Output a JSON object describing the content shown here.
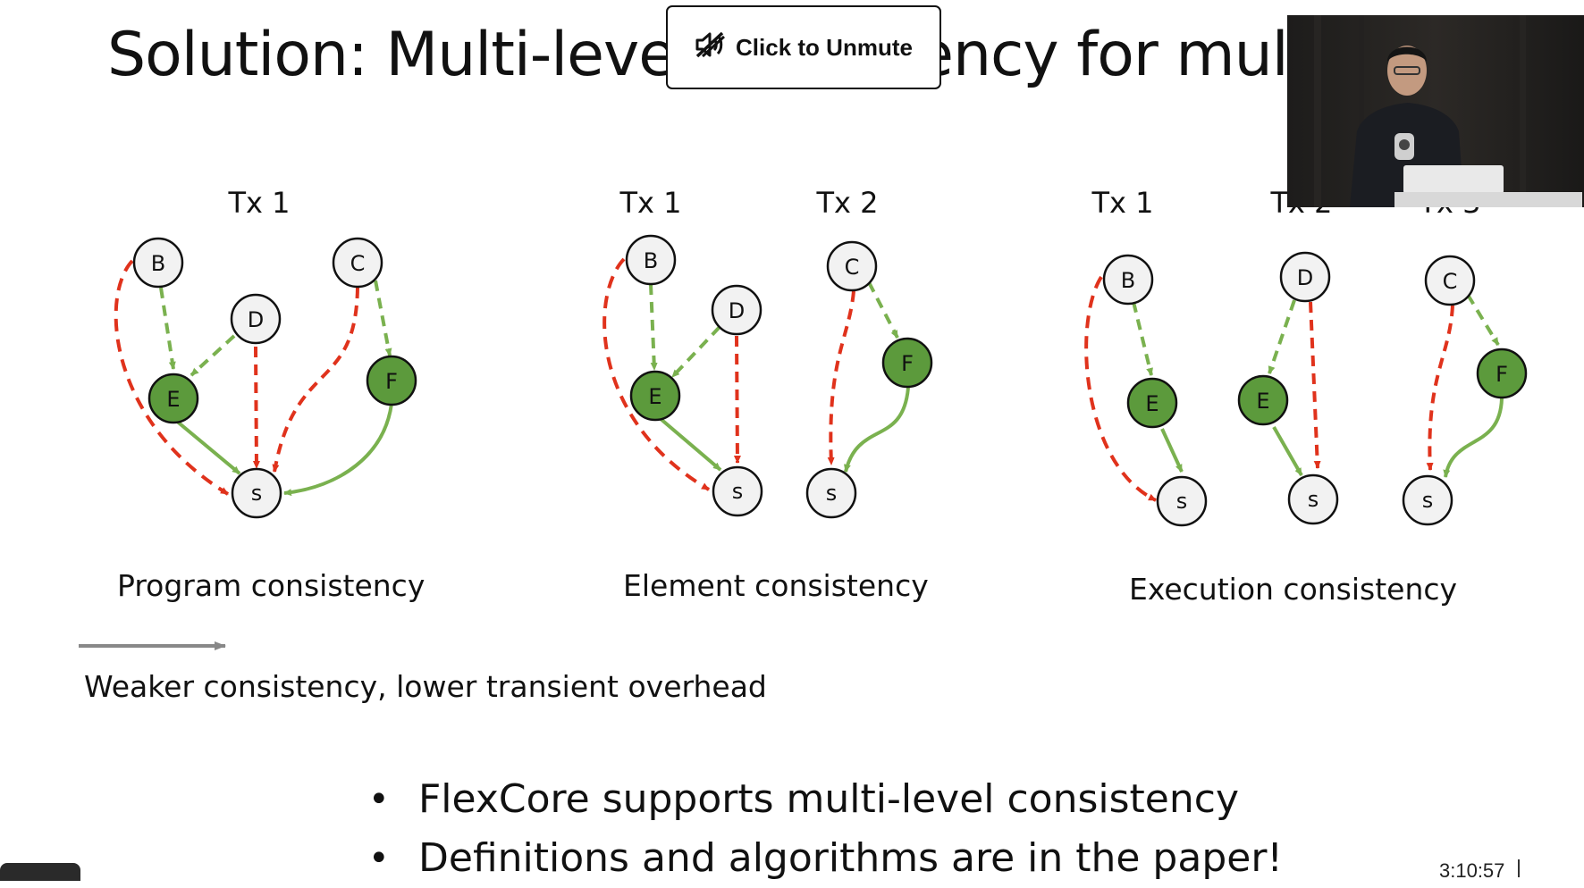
{
  "slide": {
    "title": "Solution: Multi-level consistency for multi-s",
    "unmute_button": {
      "label": "Click to Unmute",
      "icon": "speaker-muted-icon"
    },
    "timestamp": "3:10:57",
    "diagrams": [
      {
        "caption": "Program consistency",
        "tx_labels": [
          "Tx 1"
        ]
      },
      {
        "caption": "Element consistency",
        "tx_labels": [
          "Tx 1",
          "Tx 2"
        ]
      },
      {
        "caption": "Execution consistency",
        "tx_labels": [
          "Tx 1",
          "Tx 2",
          "Tx 3"
        ]
      }
    ],
    "node_labels": {
      "B": "B",
      "C": "C",
      "D": "D",
      "E": "E",
      "F": "F",
      "S": "s"
    },
    "arrow_caption": "Weaker consistency, lower transient overhead",
    "bullets": [
      "FlexCore supports multi-level consistency",
      "Definitions and algorithms are in the paper!"
    ]
  },
  "colors": {
    "green_node": "#5c9a3c",
    "green_edge": "#7ab14f",
    "red_edge": "#e0321c",
    "node_stroke": "#111111",
    "white_node": "#f2f2f2",
    "arrow_gray": "#888888"
  }
}
